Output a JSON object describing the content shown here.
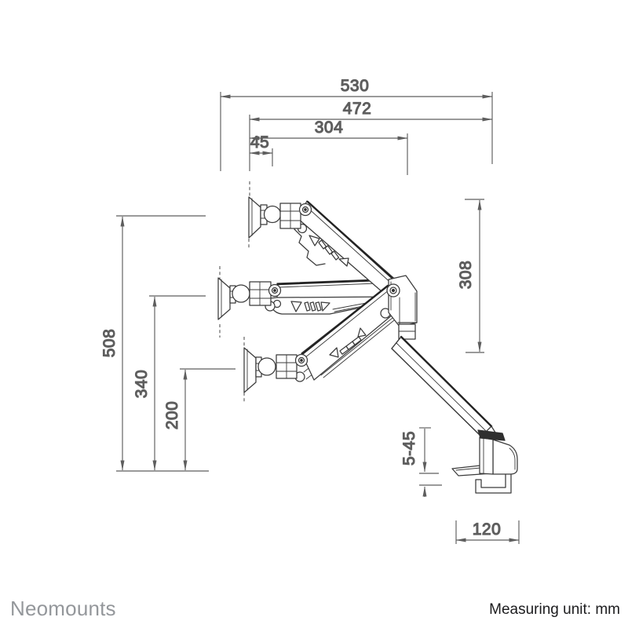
{
  "figure": {
    "type": "technical-dimension-drawing",
    "subject": "desk-mount-monitor-arm-side-view-three-positions"
  },
  "dimensions": {
    "d530": "530",
    "d472": "472",
    "d304": "304",
    "d45": "45",
    "d508": "508",
    "d340": "340",
    "d200": "200",
    "d308": "308",
    "d5_45": "5-45",
    "d120": "120"
  },
  "footer": {
    "brand": "Neomounts",
    "unit_label": "Measuring unit: mm"
  },
  "colors": {
    "background": "#ffffff",
    "drawing_line": "#3b3b3b",
    "drawing_bold_line": "#232323",
    "dimension_line": "#5e5e5e",
    "brand_gray": "#94979b",
    "unit_text": "#1c1c1e"
  }
}
